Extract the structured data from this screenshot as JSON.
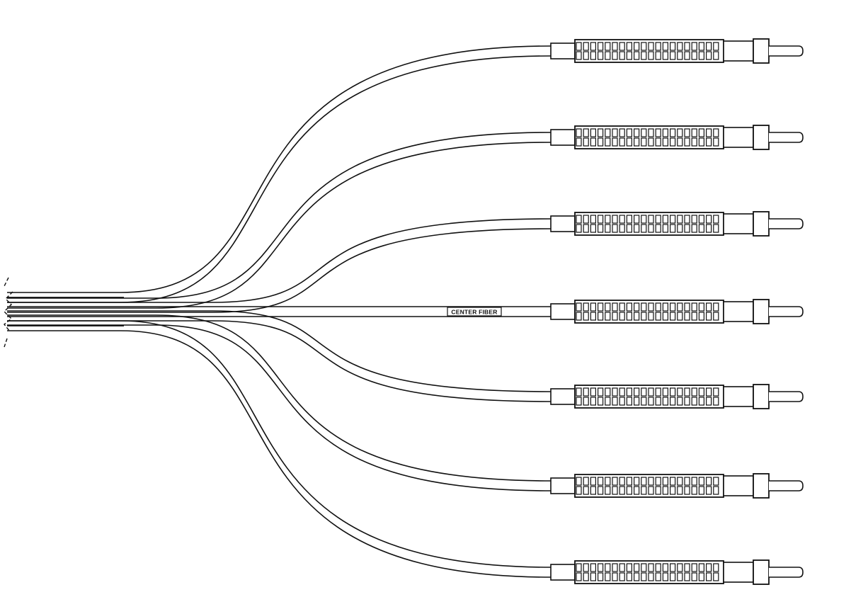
{
  "diagram": {
    "fiber_count": 7,
    "center_fiber_label": "CENTER FIBER",
    "connector_type": "SMA-style",
    "colors": {
      "line": "#111111",
      "background": "#ffffff"
    }
  }
}
